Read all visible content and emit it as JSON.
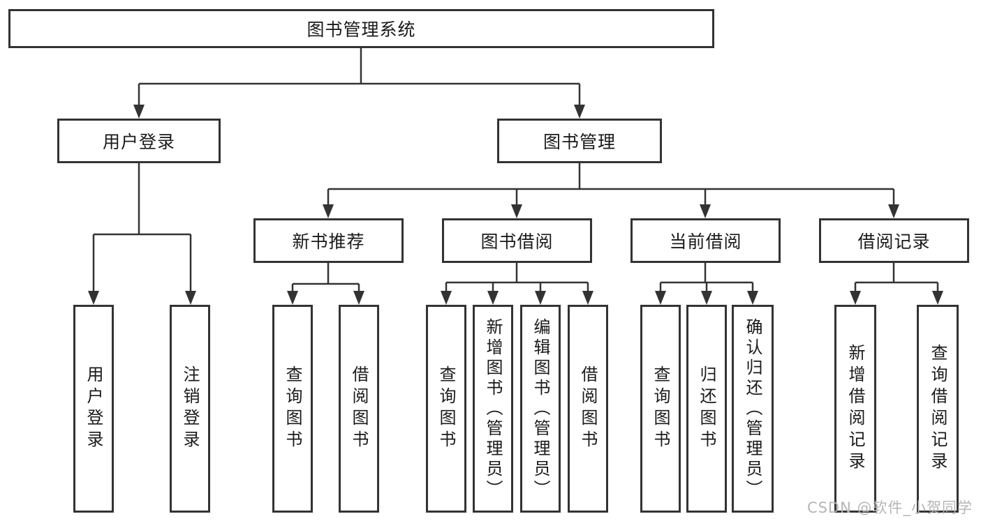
{
  "diagram": {
    "root": {
      "label": "图书管理系统"
    },
    "level2": [
      {
        "label": "用户登录"
      },
      {
        "label": "图书管理"
      }
    ],
    "level3": [
      {
        "label": "新书推荐"
      },
      {
        "label": "图书借阅"
      },
      {
        "label": "当前借阅"
      },
      {
        "label": "借阅记录"
      }
    ],
    "leaves": [
      {
        "label": "用户登录"
      },
      {
        "label": "注销登录"
      },
      {
        "label": "查询图书"
      },
      {
        "label": "借阅图书"
      },
      {
        "label": "查询图书"
      },
      {
        "label": "新增图书（管理员）"
      },
      {
        "label": "编辑图书（管理员）"
      },
      {
        "label": "借阅图书"
      },
      {
        "label": "查询图书"
      },
      {
        "label": "归还图书"
      },
      {
        "label": "确认归还（管理员）"
      },
      {
        "label": "新增借阅记录"
      },
      {
        "label": "查询借阅记录"
      }
    ]
  },
  "watermark": {
    "text": "CSDN @软件_小贺同学"
  },
  "colors": {
    "line": "#333333",
    "box_border": "#333333",
    "box_fill": "#ffffff",
    "text": "#1a1a1a",
    "watermark": "#b5b5b5",
    "background": "#ffffff"
  }
}
